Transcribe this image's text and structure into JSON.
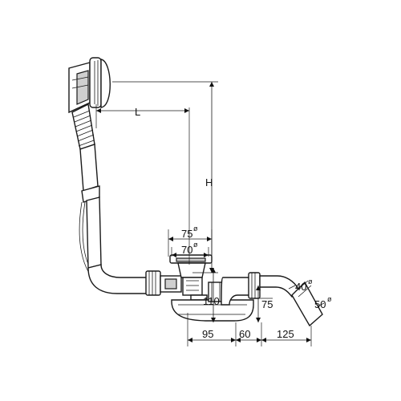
{
  "dimensions": {
    "L": "L",
    "H": "H",
    "d75": "75",
    "d70": "70",
    "d40": "40",
    "d50": "50",
    "h110": "110",
    "h75": "75",
    "w95": "95",
    "w60": "60",
    "w125": "125",
    "diameter_symbol": "ø"
  }
}
